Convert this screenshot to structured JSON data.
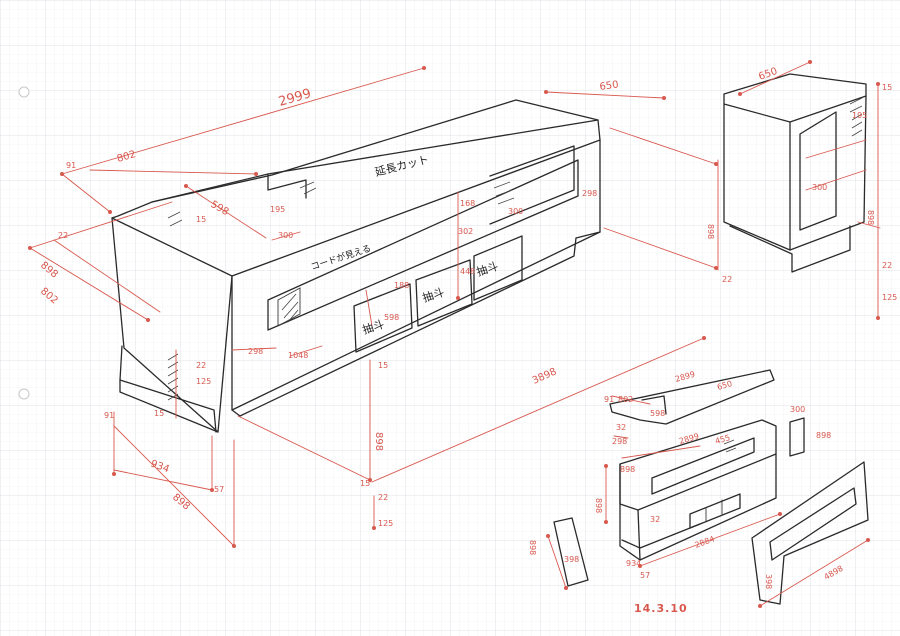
{
  "dimensions": {
    "d2999": "2999",
    "d650": "650",
    "d802": "802",
    "d91": "91",
    "d598": "598",
    "d195": "195",
    "d15": "15",
    "d300": "300",
    "d168": "168",
    "d302": "302",
    "d448": "448",
    "d898": "898",
    "d22": "22",
    "d125": "125",
    "d3898": "3898",
    "d1048": "1048",
    "d934": "934",
    "d57": "57",
    "d298": "298",
    "d188": "188",
    "d32": "32",
    "d398": "398",
    "d2899": "2899",
    "d455": "455",
    "d2884": "2884",
    "d4898": "4898"
  },
  "notes": {
    "top_cutout": "延長カット",
    "cord_note": "コードが見える",
    "drawer_label": "抽斗"
  },
  "date": "14.3.10",
  "colors": {
    "ink": "#2a2a2a",
    "dimension_red": "#d8584e",
    "grid": "#dfe3e8"
  }
}
